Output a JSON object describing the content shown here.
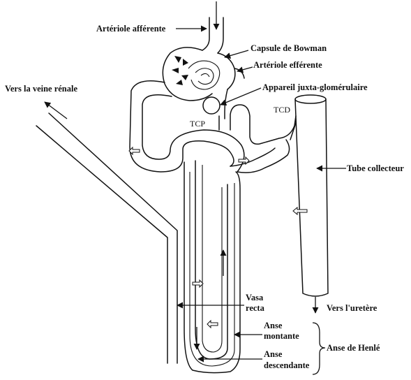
{
  "labels": {
    "arteriole_afferente": "Artériole afférente",
    "capsule_bowman": "Capsule de Bowman",
    "arteriole_efferente": "Artériole efférente",
    "appareil_jg": "Appareil juxta-glomérulaire",
    "veine_renale": "Vers la veine rénale",
    "tcd": "TCD",
    "tcp": "TCP",
    "tube_collecteur": "Tube collecteur",
    "vasa_recta_1": "Vasa",
    "vasa_recta_2": "recta",
    "vers_uretere": "Vers l'uretère",
    "anse_montante_1": "Anse",
    "anse_montante_2": "montante",
    "anse_descendante_1": "Anse",
    "anse_descendante_2": "descendante",
    "anse_henle": "Anse de Henlé"
  },
  "colors": {
    "ink": "#111111",
    "background": "#ffffff"
  }
}
